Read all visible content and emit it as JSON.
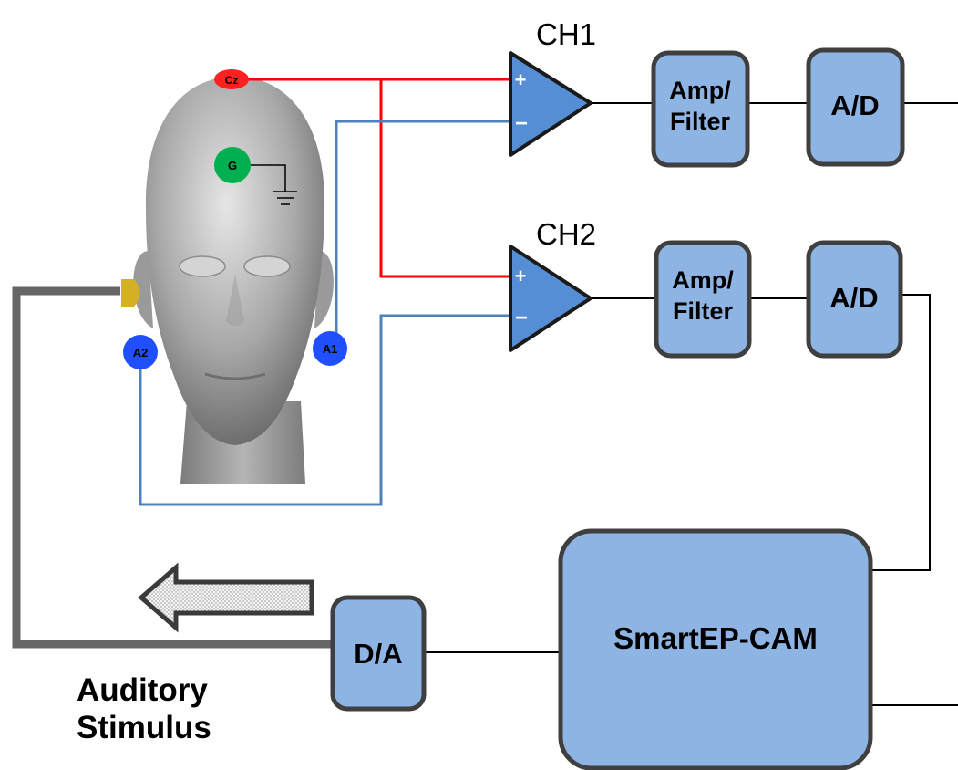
{
  "channels": [
    {
      "label": "CH1",
      "amp_filter": [
        "Amp/",
        "Filter"
      ],
      "adc": "A/D"
    },
    {
      "label": "CH2",
      "amp_filter": [
        "Amp/",
        "Filter"
      ],
      "adc": "A/D"
    }
  ],
  "electrodes": {
    "cz": "Cz",
    "ground": "G",
    "a1": "A1",
    "a2": "A2"
  },
  "amplifier_signs": {
    "plus": "+",
    "minus": "−"
  },
  "system_box": "SmartEP-CAM",
  "dac_box": "D/A",
  "stimulus_label": [
    "Auditory",
    "Stimulus"
  ],
  "colors": {
    "box_fill": "#8EB4E3",
    "box_stroke": "#3F3F3F",
    "amp_fill": "#558ED5",
    "cz_wire": "#FF0000",
    "ref_wire": "#4F81BD",
    "electrode_cz": "#FF2020",
    "electrode_g": "#00B050",
    "electrode_a": "#1F4FFF",
    "earphone": "#D6B024",
    "stimulus_wire": "#666666"
  }
}
